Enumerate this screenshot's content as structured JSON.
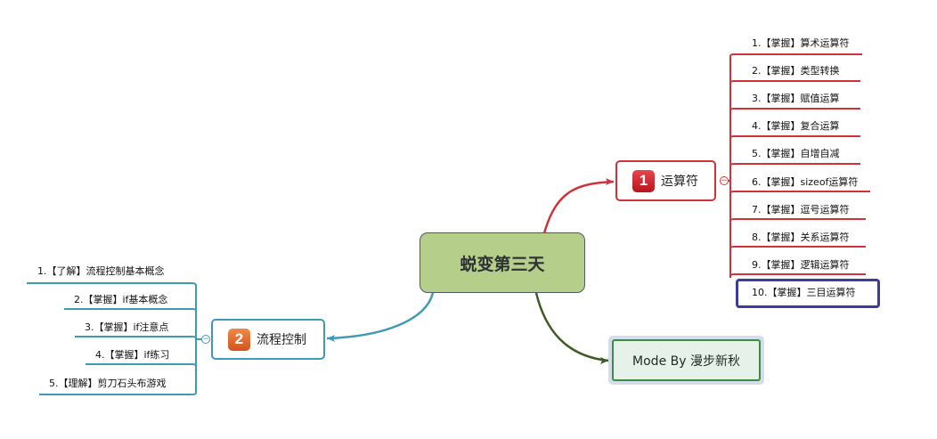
{
  "central": {
    "title": "蜕变第三天"
  },
  "branches": [
    {
      "badge": "1",
      "label": "运算符",
      "collapse_icon": "minus-circle-icon",
      "color": "#d0323a",
      "children": [
        "1.【掌握】算术运算符",
        "2.【掌握】类型转换",
        "3.【掌握】赋值运算",
        "4.【掌握】复合运算",
        "5.【掌握】自增自减",
        "6.【掌握】sizeof运算符",
        "7.【掌握】逗号运算符",
        "8.【掌握】关系运算符",
        "9.【掌握】逻辑运算符",
        "10.【掌握】三目运算符"
      ],
      "highlighted_child": 9,
      "highlight_color": "#3c3c9c"
    },
    {
      "badge": "2",
      "label": "流程控制",
      "collapse_icon": "minus-circle-icon",
      "color": "#3f9ab6",
      "children": [
        "1.【了解】流程控制基本概念",
        "2.【掌握】if基本概念",
        "3.【掌握】if注意点",
        "4.【掌握】if练习",
        "5.【理解】剪刀石头布游戏"
      ]
    }
  ],
  "floating": {
    "label": "Mode By 漫步新秋",
    "color": "#3f8a44"
  },
  "colors": {
    "central_fill": "#b5cf8a",
    "connector_green": "#3d5a22"
  }
}
